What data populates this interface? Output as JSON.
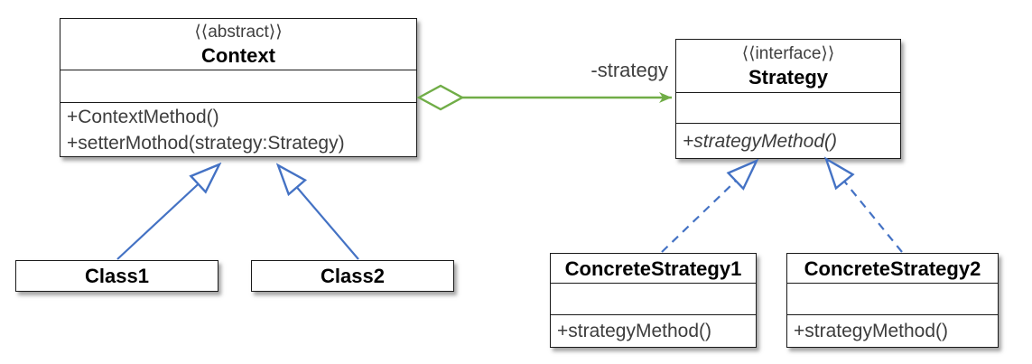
{
  "classes": {
    "context": {
      "stereotype": "⟨⟨abstract⟩⟩",
      "name": "Context",
      "methods": [
        "+ContextMethod()",
        "+setterMothod(strategy:Strategy)"
      ]
    },
    "strategy": {
      "stereotype": "⟨⟨interface⟩⟩",
      "name": "Strategy",
      "methods": [
        "+strategyMethod()"
      ]
    },
    "class1": {
      "name": "Class1"
    },
    "class2": {
      "name": "Class2"
    },
    "concrete1": {
      "name": "ConcreteStrategy1",
      "methods": [
        "+strategyMethod()"
      ]
    },
    "concrete2": {
      "name": "ConcreteStrategy2",
      "methods": [
        "+strategyMethod()"
      ]
    }
  },
  "relations": {
    "aggregation": {
      "type": "aggregation",
      "label": "-strategy",
      "from": "Context",
      "to": "Strategy"
    },
    "generalization1": {
      "type": "generalization",
      "from": "Class1",
      "to": "Context"
    },
    "generalization2": {
      "type": "generalization",
      "from": "Class2",
      "to": "Context"
    },
    "realization1": {
      "type": "realization",
      "from": "ConcreteStrategy1",
      "to": "Strategy"
    },
    "realization2": {
      "type": "realization",
      "from": "ConcreteStrategy2",
      "to": "Strategy"
    }
  },
  "colors": {
    "aggregation_green": "#70AD47",
    "inheritance_blue": "#4472C4",
    "border_black": "#1A1A1A",
    "text_gray": "#3F3F3F"
  }
}
